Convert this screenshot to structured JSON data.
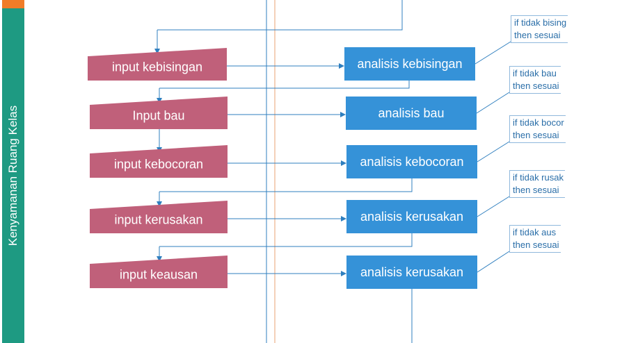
{
  "swimlane": {
    "label": "Kenyamanan Ruang Kelas",
    "color": "#1e9a82",
    "accent": "#f07c28"
  },
  "colors": {
    "input": "#c0607a",
    "process": "#3592d8",
    "connector": "#2f7fbf",
    "note_text": "#2a6ea8"
  },
  "rows": [
    {
      "input": "input kebisingan",
      "process": "analisis kebisingan",
      "note": [
        "if tidak bising",
        "then sesuai"
      ]
    },
    {
      "input": "Input bau",
      "process": "analisis bau",
      "note": [
        "if tidak bau",
        "then sesuai"
      ]
    },
    {
      "input": "input kebocoran",
      "process": "analisis kebocoran",
      "note": [
        "if tidak bocor",
        "then sesuai"
      ]
    },
    {
      "input": "input kerusakan",
      "process": "analisis kerusakan",
      "note": [
        "if tidak rusak",
        "then sesuai"
      ]
    },
    {
      "input": "input keausan",
      "process": "analisis kerusakan",
      "note": [
        "if tidak aus",
        "then sesuai"
      ]
    }
  ]
}
